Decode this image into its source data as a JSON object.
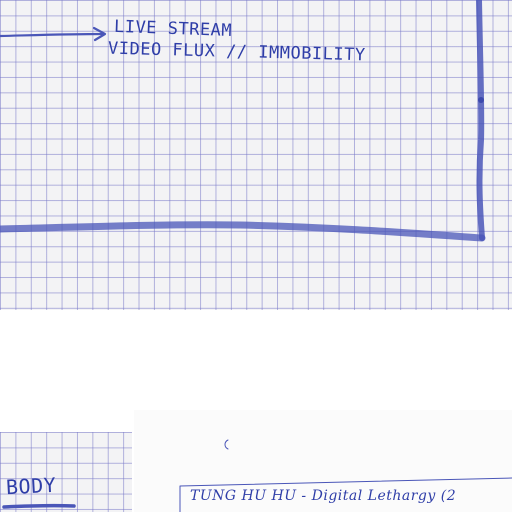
{
  "notes": {
    "line1": "LIVE STREAM",
    "line2": "VIDEO FLUX // IMMOBILITY",
    "body": "BODY",
    "tung": "TUNG HU HU - Digital Lethargy (2"
  },
  "colors": {
    "ink": "#2f3ea8",
    "marker": "#4a56b8",
    "grid": "#7878c8",
    "paper": "#f3f3f5"
  },
  "icons": [
    "arrow-right-icon"
  ]
}
